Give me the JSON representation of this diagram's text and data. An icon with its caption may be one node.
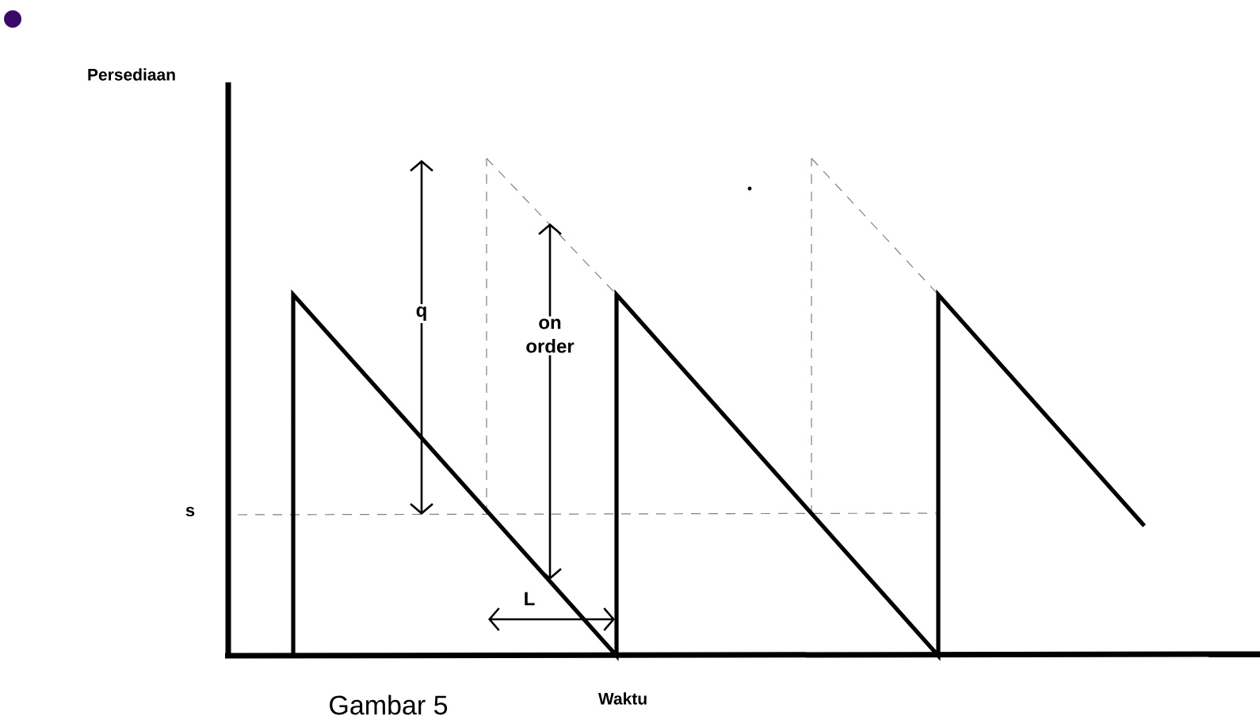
{
  "diagram": {
    "caption": "Gambar 5",
    "labels": [
      "Persediaan",
      "q",
      "on order",
      "s",
      "L",
      "Waktu"
    ]
  }
}
